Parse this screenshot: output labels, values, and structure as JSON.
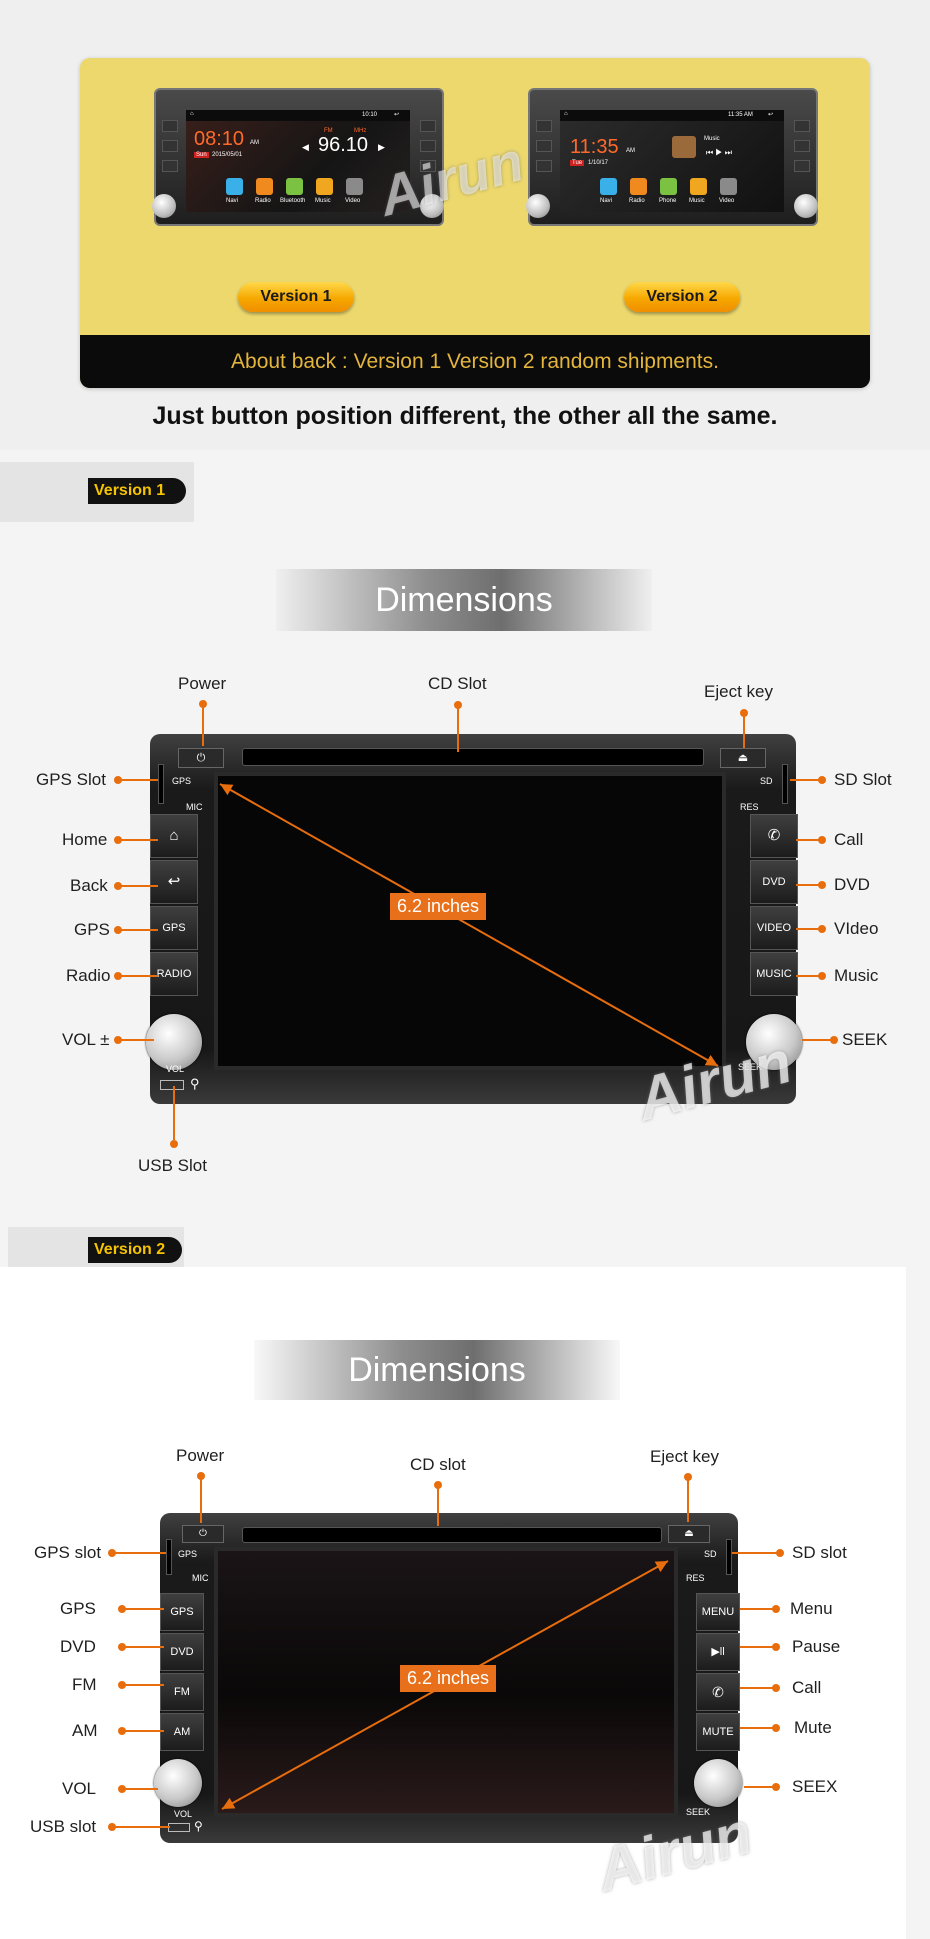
{
  "top": {
    "version_buttons": [
      "Version 1",
      "Version 2"
    ],
    "about_note": "About back :  Version 1 Version 2 random shipments.",
    "subtitle": "Just button position different, the other all the same.",
    "watermark": "Airun",
    "v1_screen": {
      "time": "08:10",
      "am": "AM",
      "day": "Sun",
      "date": "2015/05/01",
      "radio": "96.10",
      "fm": "FM",
      "mhz": "MHz",
      "status_time": "10:10",
      "apps": [
        "Navi",
        "Radio",
        "Bluetooth",
        "Music",
        "Video"
      ]
    },
    "v2_screen": {
      "time": "11:35",
      "am": "AM",
      "day": "Tue",
      "date": "1/10/17",
      "music": "Music",
      "status_time": "11:35 AM",
      "apps": [
        "Navi",
        "Radio",
        "Phone",
        "Music",
        "Video"
      ]
    }
  },
  "version1": {
    "tag": "Version 1",
    "heading": "Dimensions",
    "diagonal": "6.2 inches",
    "unit_labels": {
      "gps": "GPS",
      "mic": "MIC",
      "sd": "SD",
      "res": "RES",
      "vol": "VOL",
      "seek": "SEEK"
    },
    "left_buttons": [
      "GPS",
      "RADIO"
    ],
    "right_buttons": [
      "DVD",
      "VIDEO",
      "MUSIC"
    ],
    "callouts": {
      "power": "Power",
      "cd_slot": "CD Slot",
      "eject": "Eject key",
      "gps_slot": "GPS Slot",
      "home": "Home",
      "back": "Back",
      "gps": "GPS",
      "radio": "Radio",
      "vol": "VOL ±",
      "usb": "USB Slot",
      "sd_slot": "SD Slot",
      "call": "Call",
      "dvd": "DVD",
      "video": "VIdeo",
      "music": "Music",
      "seek": "SEEK"
    },
    "watermark": "Airun"
  },
  "version2": {
    "tag": "Version 2",
    "heading": "Dimensions",
    "diagonal": "6.2 inches",
    "unit_labels": {
      "gps": "GPS",
      "mic": "MIC",
      "sd": "SD",
      "res": "RES",
      "vol": "VOL",
      "seek": "SEEK"
    },
    "left_buttons": [
      "GPS",
      "DVD",
      "FM",
      "AM"
    ],
    "right_buttons": [
      "MENU",
      "▶ll",
      "",
      "MUTE"
    ],
    "callouts": {
      "power": "Power",
      "cd_slot": "CD slot",
      "eject": "Eject key",
      "gps_slot": "GPS slot",
      "gps": "GPS",
      "dvd": "DVD",
      "fm": "FM",
      "am": "AM",
      "vol": "VOL",
      "usb": "USB slot",
      "sd_slot": "SD slot",
      "menu": "Menu",
      "pause": "Pause",
      "call": "Call",
      "mute": "Mute",
      "seek": "SEEX"
    },
    "watermark": "Airun"
  },
  "colors": {
    "accent": "#e86d0c",
    "yellow": "#ecd86d",
    "tag_text": "#f5c300"
  }
}
